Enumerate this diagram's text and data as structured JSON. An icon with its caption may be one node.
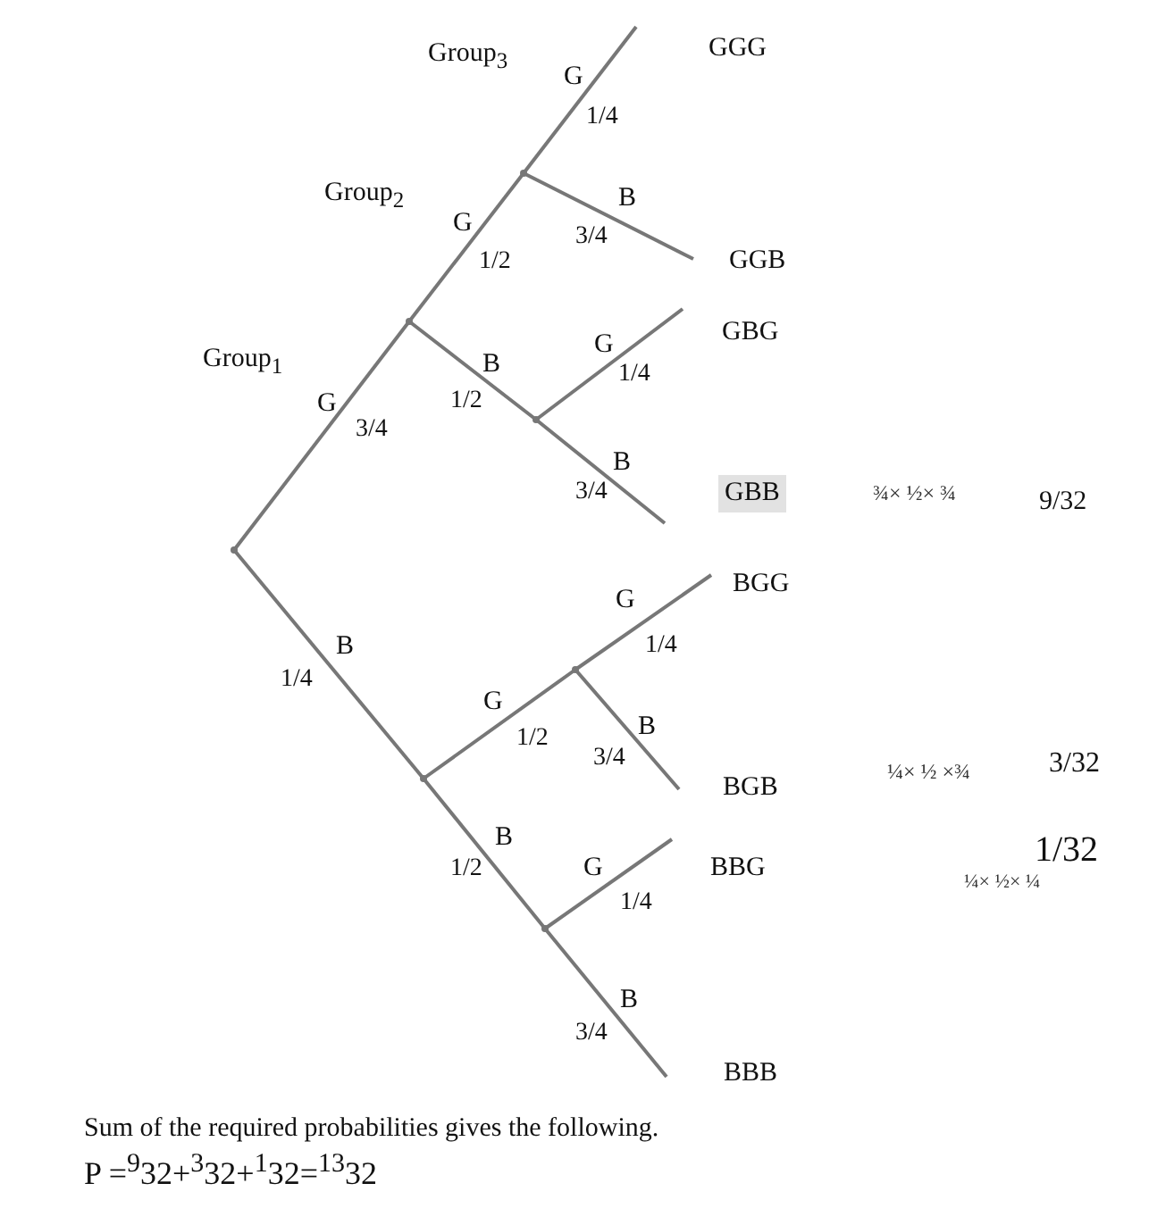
{
  "diagram": {
    "nodes": [
      {
        "text": [],
        "shape": "point"
      },
      {
        "text": [],
        "shape": "point"
      },
      {
        "text": [],
        "shape": "point"
      },
      {
        "text": [],
        "shape": "point"
      },
      {
        "text": [],
        "shape": "point"
      },
      {
        "text": [],
        "shape": "point"
      },
      {
        "text": [],
        "shape": "point"
      },
      {
        "text": [
          "GGG"
        ]
      },
      {
        "text": [
          "GGB"
        ]
      },
      {
        "text": [
          "GBG"
        ]
      },
      {
        "text": [
          "GBB"
        ]
      },
      {
        "text": [
          "BGG"
        ]
      },
      {
        "text": [
          "BGB"
        ]
      },
      {
        "text": [
          "BBG"
        ]
      },
      {
        "text": [
          "BBB"
        ]
      }
    ],
    "edges": [
      {
        "from": 0,
        "to": 1,
        "arrow": "none",
        "label": "G"
      },
      {
        "from": 0,
        "to": 2,
        "arrow": "none",
        "label": "B"
      },
      {
        "from": 1,
        "to": 3,
        "arrow": "none",
        "label": "G"
      },
      {
        "from": 1,
        "to": 4,
        "arrow": "none",
        "label": "B"
      },
      {
        "from": 3,
        "to": 7,
        "arrow": "none",
        "label": "G"
      },
      {
        "from": 3,
        "to": 8,
        "arrow": "none",
        "label": "B"
      },
      {
        "from": 4,
        "to": 9,
        "arrow": "none",
        "label": "G"
      },
      {
        "from": 4,
        "to": 10,
        "arrow": "none",
        "label": "B"
      },
      {
        "from": 2,
        "to": 5,
        "arrow": "none",
        "label": "G"
      },
      {
        "from": 2,
        "to": 6,
        "arrow": "none",
        "label": "B"
      },
      {
        "from": 5,
        "to": 11,
        "arrow": "none",
        "label": "G"
      },
      {
        "from": 5,
        "to": 12,
        "arrow": "none",
        "label": "B"
      },
      {
        "from": 6,
        "to": 13,
        "arrow": "none",
        "label": "G"
      },
      {
        "from": 6,
        "to": 14,
        "arrow": "none",
        "label": "B"
      }
    ],
    "labels": [
      "Group$_{3}$",
      "Group$_{2}$",
      "Group$_{1}$",
      "3/4",
      "1/4",
      "1/2",
      "1/2",
      "1/4",
      "3/4",
      "1/4",
      "3/4",
      "1/2",
      "1/2",
      "1/4",
      "3/4",
      "1/4",
      "3/4",
      "¾× ½× ¾",
      "9/32",
      "¼× ½ ×¾",
      "3/32",
      "1/32",
      "¼× ½× ¼",
      "Sum of the required probabilities gives the following.",
      "P =$^{9}$32+$^{3}$32+$^{1}$32=$^{13}$32"
    ]
  }
}
